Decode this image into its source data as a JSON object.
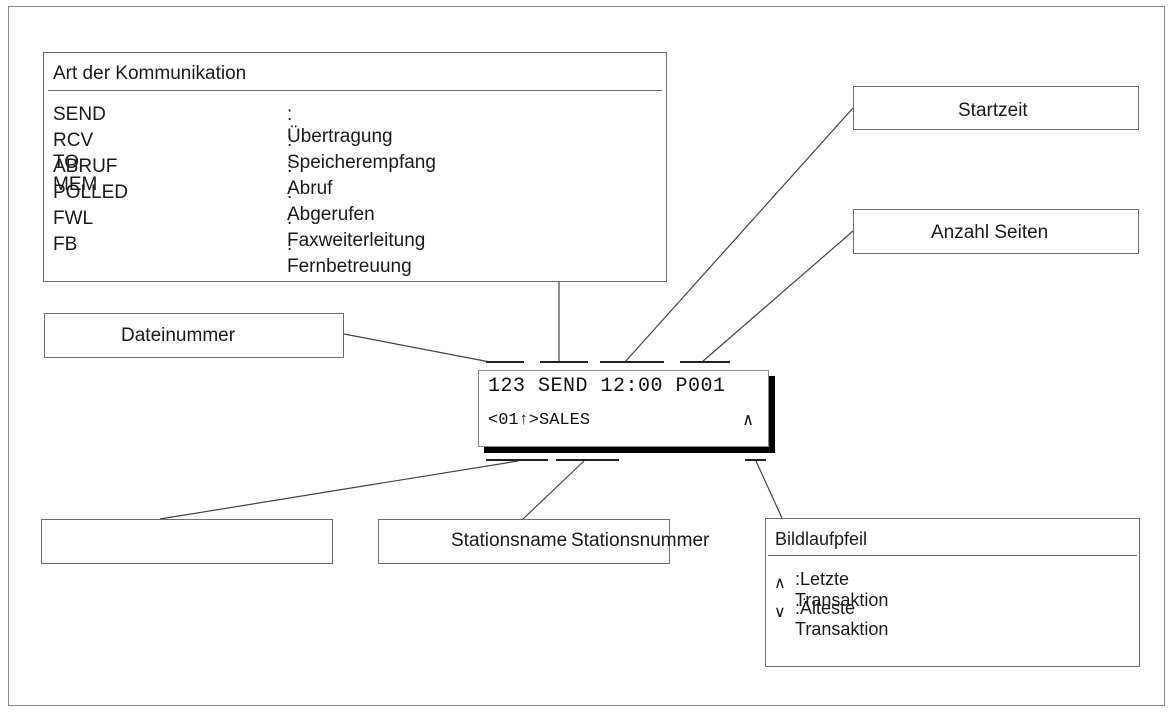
{
  "art_box": {
    "title": "Art der Kommunikation",
    "rows": [
      {
        "code": "SEND",
        "desc": ": Übertragung"
      },
      {
        "code": "RCV TO MEM",
        "desc": ": Speicherempfang"
      },
      {
        "code": "ABRUF",
        "desc": ": Abruf"
      },
      {
        "code": "POLLED",
        "desc": ": Abgerufen"
      },
      {
        "code": "FWL",
        "desc": ": Faxweiterleitung"
      },
      {
        "code": "FB",
        "desc": ": Fernbetreuung"
      }
    ]
  },
  "labels": {
    "dateinummer": "Dateinummer",
    "startzeit": "Startzeit",
    "anzahl_seiten": "Anzahl Seiten",
    "stationsname": "Stationsname",
    "stationsnummer": "Stationsnummer"
  },
  "display": {
    "line1": "123 SEND 12:00 P001",
    "line2": "<01↑>SALES",
    "scroll_symbol": "∧"
  },
  "bildlaufpfeil": {
    "title": "Bildlaufpfeil",
    "rows": [
      {
        "symbol": "∧",
        "text": ":Letzte Transaktion"
      },
      {
        "symbol": "∨",
        "text": ":Älteste Transaktion"
      }
    ]
  }
}
